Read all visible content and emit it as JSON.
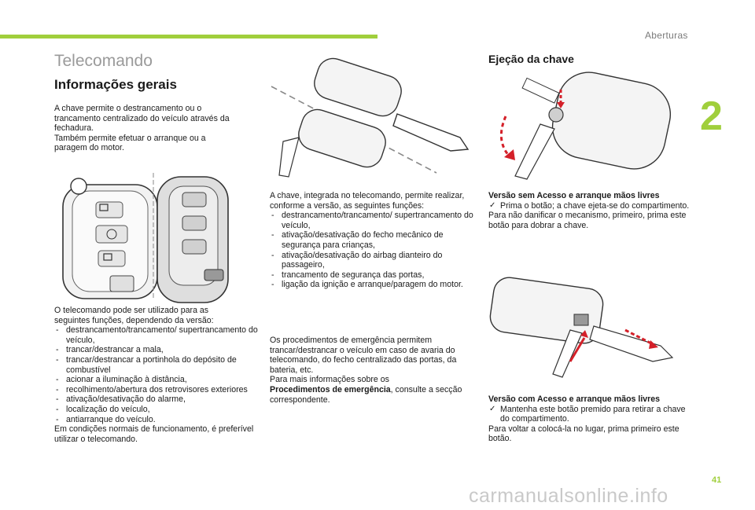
{
  "header": {
    "section": "Aberturas",
    "chapter_number": "2",
    "page_number": "41",
    "accent_color": "#a0cf3c"
  },
  "left": {
    "title": "Telecomando",
    "subtitle": "Informações gerais",
    "intro_lines": [
      "A chave permite o destrancamento ou o",
      "trancamento centralizado do veículo através da",
      "fechadura.",
      "Também permite efetuar o arranque ou a",
      "paragem do motor."
    ],
    "functions_intro": [
      "O telecomando pode ser utilizado para as",
      "seguintes funções, dependendo da versão:"
    ],
    "functions": [
      "destrancamento/trancamento/ supertrancamento do veículo,",
      "trancar/destrancar a mala,",
      "trancar/destrancar a portinhola do depósito de combustível",
      "acionar a iluminação à distância,",
      "recolhimento/abertura dos retrovisores exteriores",
      "ativação/desativação do alarme,",
      "localização do veículo,",
      "antiarranque do veículo."
    ],
    "functions_outro": "Em condições normais de funcionamento, é preferível utilizar o telecomando."
  },
  "middle": {
    "intro": "A chave, integrada no telecomando, permite realizar, conforme a versão, as seguintes funções:",
    "functions": [
      "destrancamento/trancamento/ supertrancamento do veículo,",
      "ativação/desativação do fecho mecânico de segurança para crianças,",
      "ativação/desativação do airbag dianteiro do passageiro,",
      "trancamento de segurança das portas,",
      "ligação da ignição e arranque/paragem do motor."
    ],
    "emergency_text": "Os procedimentos de emergência permitem trancar/destrancar o veículo em caso de avaria do telecomando, do fecho centralizado das portas, da bateria, etc.",
    "more_info_prefix": "Para mais informações sobre os",
    "more_info_bold": "Procedimentos de emergência",
    "more_info_suffix": ", consulte a secção correspondente."
  },
  "right": {
    "title": "Ejeção da chave",
    "no_access_heading": "Versão sem Acesso e arranque mãos livres",
    "no_access_step": "Prima o botão; a chave ejeta-se do compartimento.",
    "no_access_note": "Para não danificar o mecanismo, primeiro, prima este botão para dobrar a chave.",
    "access_heading": "Versão com Acesso e arranque mãos livres",
    "access_step": "Mantenha este botão premido para retirar a chave do compartimento.",
    "access_note": "Para voltar a colocá-la no lugar, prima primeiro este botão."
  },
  "watermark": "carmanualsonline.info"
}
